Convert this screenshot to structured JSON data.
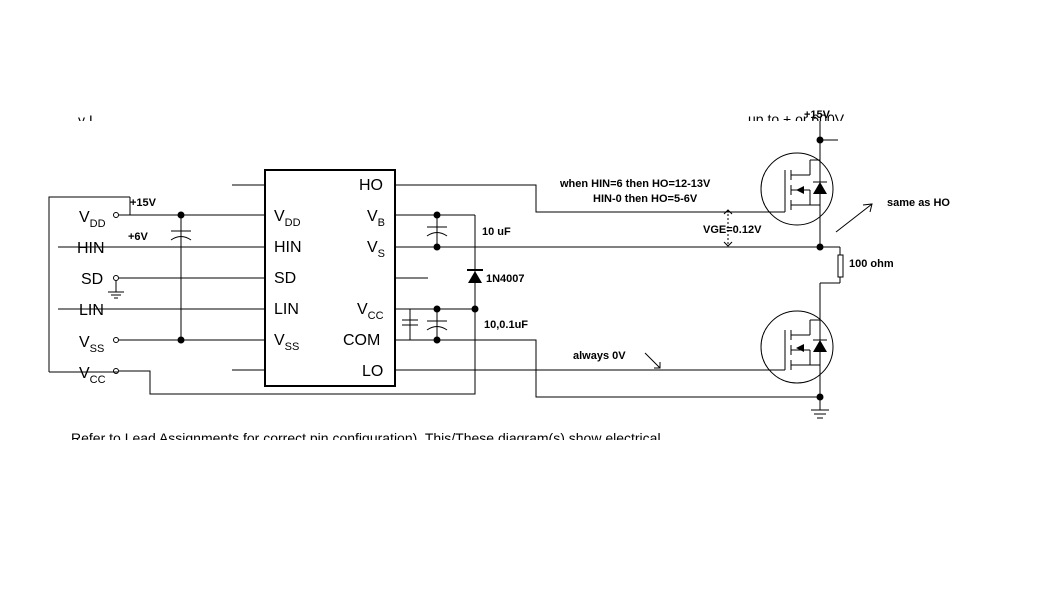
{
  "left_terminals": [
    {
      "main": "V",
      "sub": "DD"
    },
    {
      "main": "HIN",
      "sub": ""
    },
    {
      "main": "SD",
      "sub": ""
    },
    {
      "main": "LIN",
      "sub": ""
    },
    {
      "main": "V",
      "sub": "SS"
    },
    {
      "main": "V",
      "sub": "CC"
    }
  ],
  "ic": {
    "left_pins": [
      {
        "main": "V",
        "sub": "DD"
      },
      {
        "main": "HIN",
        "sub": ""
      },
      {
        "main": "SD",
        "sub": ""
      },
      {
        "main": "LIN",
        "sub": ""
      },
      {
        "main": "V",
        "sub": "SS"
      }
    ],
    "right_pins": [
      {
        "main": "HO",
        "sub": ""
      },
      {
        "main": "V",
        "sub": "B"
      },
      {
        "main": "V",
        "sub": "S"
      },
      {
        "main": "V",
        "sub": "CC"
      },
      {
        "main": "COM",
        "sub": ""
      },
      {
        "main": "LO",
        "sub": ""
      }
    ]
  },
  "annotations": {
    "plus15_left": "+15V",
    "plus6": "+6V",
    "cap_vb": "10 uF",
    "diode": "1N4007",
    "cap_vcc": "10,0.1uF",
    "note_line1": "when HIN=6 then HO=12-13V",
    "note_line2": "HIN-0 then HO=5-6V",
    "vge": "VGE=0.12V",
    "same_as_ho": "same as HO",
    "resistor": "100 ohm",
    "always_0v": "always 0V",
    "plus15_top": "+15V"
  },
  "clipped_text": {
    "footer": "Refer to Lead Assignments for correct pin configuration). This/These diagram(s) show electrical"
  }
}
